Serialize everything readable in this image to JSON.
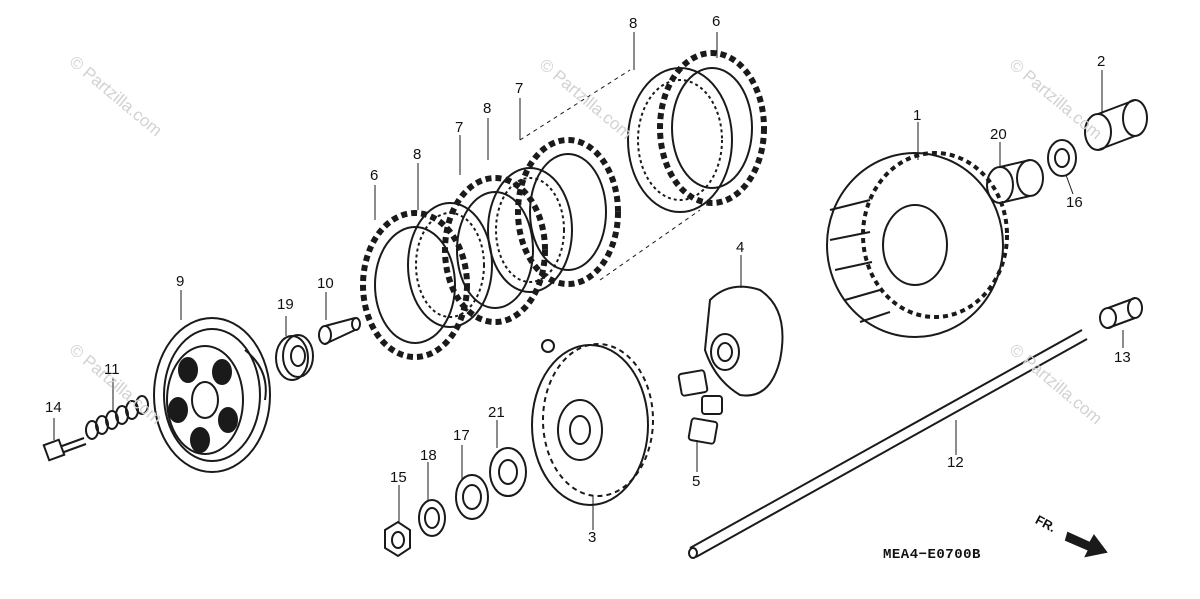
{
  "watermark": "© Partzilla.com",
  "diagram_code": "MEA4−E0700B",
  "front_indicator": "FR.",
  "callouts": {
    "c1": "1",
    "c2": "2",
    "c3": "3",
    "c4": "4",
    "c5": "5",
    "c6a": "6",
    "c6b": "6",
    "c7a": "7",
    "c7b": "7",
    "c8a": "8",
    "c8b": "8",
    "c8c": "8",
    "c9": "9",
    "c10": "10",
    "c11": "11",
    "c12": "12",
    "c13": "13",
    "c14": "14",
    "c15": "15",
    "c16": "16",
    "c17": "17",
    "c18": "18",
    "c19": "19",
    "c20": "20",
    "c21": "21"
  },
  "colors": {
    "line": "#1a1a1a",
    "watermark": "#d2d2d2",
    "background": "#ffffff"
  }
}
